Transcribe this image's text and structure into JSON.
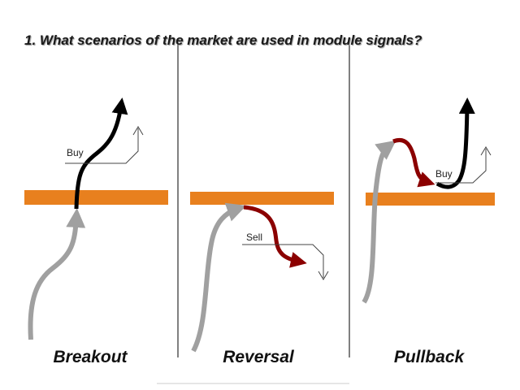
{
  "title": "1. What scenarios of the market are used in module signals?",
  "scenarios": [
    {
      "name": "Breakout",
      "signal_label": "Buy"
    },
    {
      "name": "Reversal",
      "signal_label": "Sell"
    },
    {
      "name": "Pullback",
      "signal_label": "Buy"
    }
  ],
  "colors": {
    "level": "#E8801E",
    "approach_arrow": "#A0A0A0",
    "buy_arrow": "#000000",
    "sell_arrow": "#8B0000",
    "divider": "#000000"
  }
}
